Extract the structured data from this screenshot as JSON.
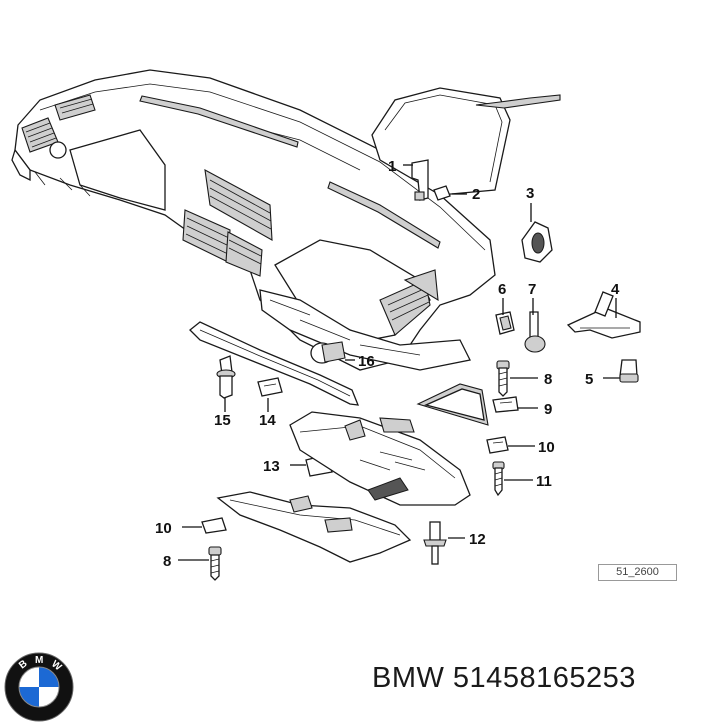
{
  "diagram": {
    "callouts": [
      {
        "id": "1",
        "label": "1"
      },
      {
        "id": "2",
        "label": "2"
      },
      {
        "id": "3",
        "label": "3"
      },
      {
        "id": "4",
        "label": "4"
      },
      {
        "id": "5",
        "label": "5"
      },
      {
        "id": "6",
        "label": "6"
      },
      {
        "id": "7",
        "label": "7"
      },
      {
        "id": "8a",
        "label": "8"
      },
      {
        "id": "9",
        "label": "9"
      },
      {
        "id": "10a",
        "label": "10"
      },
      {
        "id": "11",
        "label": "11"
      },
      {
        "id": "12",
        "label": "12"
      },
      {
        "id": "13",
        "label": "13"
      },
      {
        "id": "14",
        "label": "14"
      },
      {
        "id": "15",
        "label": "15"
      },
      {
        "id": "16",
        "label": "16"
      },
      {
        "id": "10b",
        "label": "10"
      },
      {
        "id": "8b",
        "label": "8"
      }
    ],
    "reference_code": "51_2600"
  },
  "caption": "BMW 51458165253",
  "logo": {
    "name": "bmw-logo",
    "letters": "BMW",
    "colors": {
      "blue": "#1c69d4",
      "ring": "#111111",
      "white": "#ffffff"
    }
  }
}
